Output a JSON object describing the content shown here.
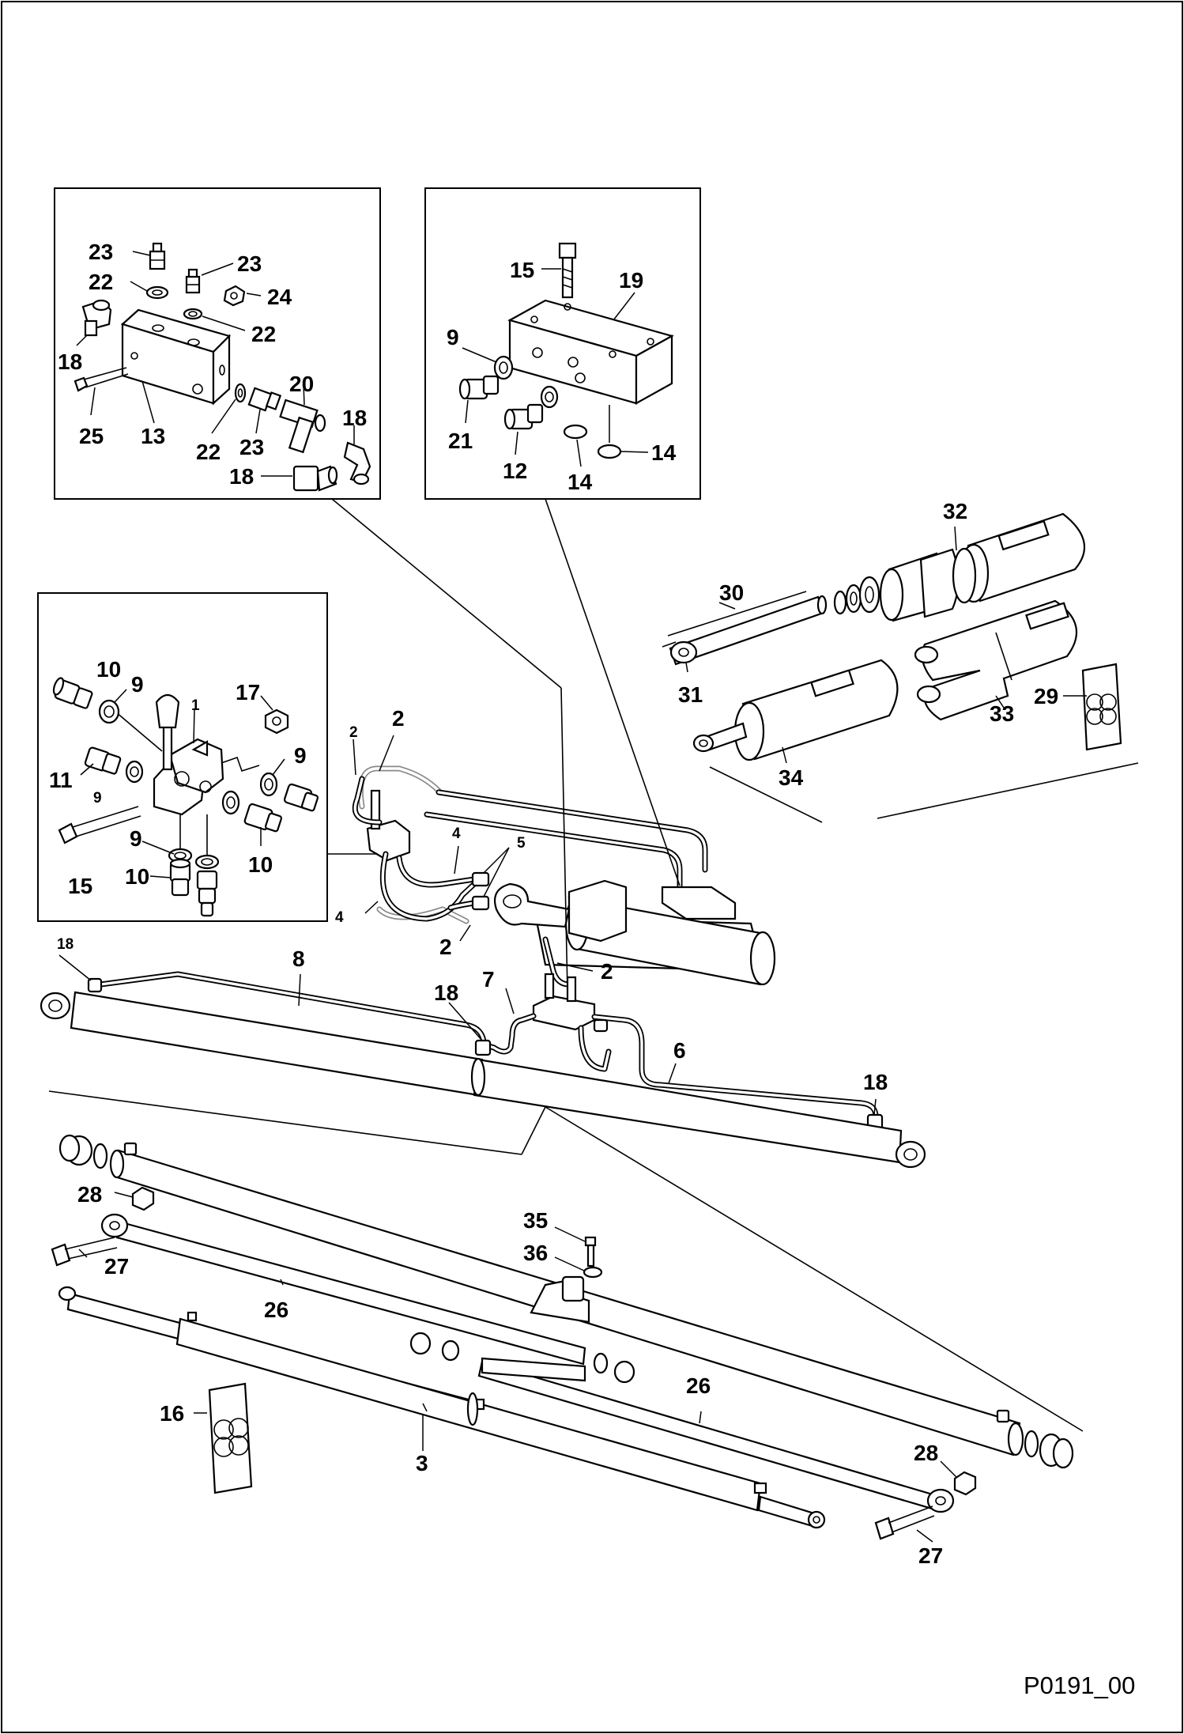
{
  "drawing_code": "P0191_00",
  "callouts": {
    "c1": "1",
    "c2a": "2",
    "c2b": "2",
    "c2c": "2",
    "c2d": "2",
    "c3": "3",
    "c4a": "4",
    "c4b": "4",
    "c5": "5",
    "c6": "6",
    "c7": "7",
    "c8": "8",
    "c9a": "9",
    "c9b": "9",
    "c9c": "9",
    "c9d": "9",
    "c9e": "9",
    "c10a": "10",
    "c10b": "10",
    "c10c": "10",
    "c11": "11",
    "c12": "12",
    "c13": "13",
    "c14a": "14",
    "c14b": "14",
    "c15a": "15",
    "c15b": "15",
    "c16": "16",
    "c17": "17",
    "c18a": "18",
    "c18b": "18",
    "c18c": "18",
    "c18d": "18",
    "c18e": "18",
    "c18f": "18",
    "c19": "19",
    "c20": "20",
    "c21": "21",
    "c22a": "22",
    "c22b": "22",
    "c22c": "22",
    "c23a": "23",
    "c23b": "23",
    "c23c": "23",
    "c24": "24",
    "c25": "25",
    "c26a": "26",
    "c26b": "26",
    "c27a": "27",
    "c27b": "27",
    "c28a": "28",
    "c28b": "28",
    "c29": "29",
    "c30": "30",
    "c31": "31",
    "c32": "32",
    "c33": "33",
    "c34": "34",
    "c35": "35",
    "c36": "36"
  }
}
